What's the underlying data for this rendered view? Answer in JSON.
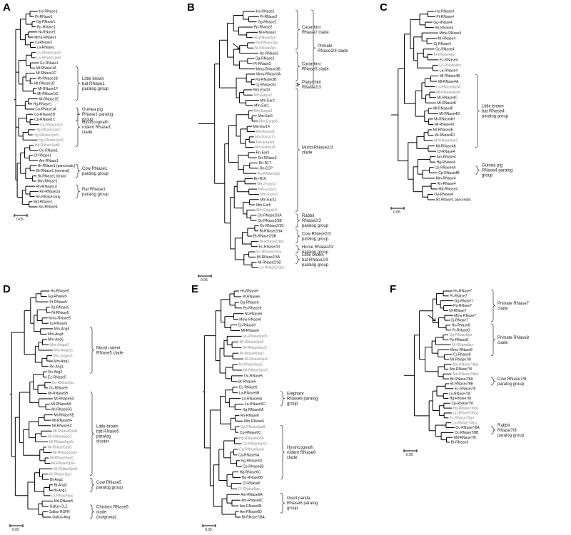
{
  "panels": [
    {
      "label": "A",
      "scale": "0.05",
      "leaves": [
        [
          "Hs-RNase1",
          0
        ],
        [
          "Pt-RNase1",
          0
        ],
        [
          "Gg-RNase1",
          0
        ],
        [
          "Pp-RNase1",
          0
        ],
        [
          "Nl-RNase1",
          0
        ],
        [
          "Mmu-RNase1",
          0
        ],
        [
          "Cj-RNase1",
          0
        ],
        [
          "La-RNase1",
          0
        ],
        [
          "La-RNase1psA",
          1
        ],
        [
          "La-RNase1psB",
          1
        ],
        [
          "Ec-RNase1",
          0
        ],
        [
          "Ml-RNase1A",
          0
        ],
        [
          "Ml-RNase1C",
          0
        ],
        [
          "Ml-RNase1B",
          0
        ],
        [
          "Ml-RNase1D",
          0
        ],
        [
          "Ml-RNase1F",
          0
        ],
        [
          "Ml-RNase1G",
          0
        ],
        [
          "Ml-RNase1E",
          0
        ],
        [
          "Hg-RNase1",
          0
        ],
        [
          "Cp-RNase1A",
          0
        ],
        [
          "Cp-RNase1B",
          0
        ],
        [
          "Cp-RNase1C",
          0
        ],
        [
          "Cp-RNase1ps",
          1
        ],
        [
          "Hg-RNase1psC",
          1
        ],
        [
          "Hg-RNase1psD",
          1
        ],
        [
          "Hg-RNase1psA",
          1
        ],
        [
          "Hg-RNase1psB",
          1
        ],
        [
          "Oc-RNase1",
          0
        ],
        [
          "Cf-RNase1",
          0
        ],
        [
          "Am-RNase1",
          0
        ],
        [
          "Bt-RNase1 (pancreatic)",
          0
        ],
        [
          "Bt-RNase1 (seminal)",
          0
        ],
        [
          "Bt-RNase1 (brain)",
          0
        ],
        [
          "Mm-RNase1",
          0
        ],
        [
          "Rn-RNase1d",
          0
        ],
        [
          "Rn-RNase1a",
          0
        ],
        [
          "Rn-RNase1ang",
          0
        ],
        [
          "Md-RNase1",
          0
        ],
        [
          "Ma-RNase4",
          0
        ]
      ],
      "clades": [
        "Little brown bat RNase1 paralog group",
        "Guinea pig RNase1 paralog group",
        "Hystricognath rodent RNase1 clade",
        "Cow RNase1 paralog group",
        "Rat RNase1 paralog group"
      ]
    },
    {
      "label": "B",
      "scale": "0.05",
      "leaves": [
        [
          "Hs-RNase2",
          0
        ],
        [
          "Pt-RNase2",
          0
        ],
        [
          "Gg-RNase2",
          0
        ],
        [
          "Pp-RNase2",
          0
        ],
        [
          "Nl-RNase2",
          0
        ],
        [
          "Hs-RNase2ps",
          1
        ],
        [
          "Pp-RNase2ps",
          1
        ],
        [
          "Nl-RNase2ps",
          1
        ],
        [
          "Hs-RNase3",
          0
        ],
        [
          "Gg-RNase3",
          0
        ],
        [
          "Pt-RNase3",
          0
        ],
        [
          "Mmu-RNase3B",
          0
        ],
        [
          "Mmu-RNase3A",
          0
        ],
        [
          "Pp-RNase3B",
          0
        ],
        [
          "Cj-RNase2/3",
          0
        ],
        [
          "Mm-Ear10",
          0
        ],
        [
          "Mm-Earps2",
          1
        ],
        [
          "Mm-Ear2",
          0
        ],
        [
          "Mm-Ear1",
          0
        ],
        [
          "Mm-Earps5",
          1
        ],
        [
          "Mm-Ear6",
          0
        ],
        [
          "Mm-Earps6",
          1
        ],
        [
          "Mm-Ear14",
          0
        ],
        [
          "Mm-Earps8",
          1
        ],
        [
          "Mm-Earps11",
          1
        ],
        [
          "Mm-Earps9",
          1
        ],
        [
          "Mm-Earps14",
          1
        ],
        [
          "Rn-Ear3",
          0
        ],
        [
          "Rn-RNase2",
          0
        ],
        [
          "Rn-R17",
          0
        ],
        [
          "Rn-ECP",
          0
        ],
        [
          "Rn-RNase2ps",
          1
        ],
        [
          "Rn-R16",
          0
        ],
        [
          "Mm-Earps4",
          1
        ],
        [
          "Mm-Earps3",
          1
        ],
        [
          "Mm-Earps7",
          1
        ],
        [
          "Mm-Ear11",
          0
        ],
        [
          "Mm-Ear5",
          0
        ],
        [
          "Mm-Earps10",
          1
        ],
        [
          "Oc-RNase2/3A",
          0
        ],
        [
          "Oc-RNase2/3B",
          0
        ],
        [
          "Oc-RNase2/3C",
          0
        ],
        [
          "Bt-RNase2/3A",
          0
        ],
        [
          "Bt-RNase2/3B",
          0
        ],
        [
          "Bt-RNase2/3ps",
          1
        ],
        [
          "Ec-RNase2/3",
          0
        ],
        [
          "Ec-RNase2/3ps",
          1
        ],
        [
          "Ml-RNase2/3A",
          0
        ],
        [
          "Ml-RNase2/3B",
          0
        ],
        [
          "La-RNase2/3ps",
          1
        ]
      ],
      "clades": [
        "Catarrhini RNase2 clade",
        "Primate RNase2/3 clade",
        "Catarrhini RNase3 clade",
        "Platyrrhini RNase2/3",
        "Murid RNase2/3 clade",
        "Rabbit RNase2/3 paralog group",
        "Cow RNase2/3 paralog group",
        "Horse RNase2/3 paralog group",
        "Little brown bat RNase2/3 paralog group"
      ]
    },
    {
      "label": "C",
      "scale": "0.05",
      "leaves": [
        [
          "Hs-RNase4",
          0
        ],
        [
          "Pt-RNase4",
          0
        ],
        [
          "Gg-RNase4",
          0
        ],
        [
          "Pp-RNase4",
          0
        ],
        [
          "Mmu-RNase4",
          0
        ],
        [
          "Nl-RNase4",
          0
        ],
        [
          "Cj-RNase4",
          0
        ],
        [
          "Oc-RNase4",
          0
        ],
        [
          "Bt-RNase4ps",
          1
        ],
        [
          "Ec-RNase4",
          0
        ],
        [
          "Ec-RNase4ps",
          1
        ],
        [
          "La-RNase4",
          0
        ],
        [
          "Ml-RNase4B",
          0
        ],
        [
          "Ml-RNase4A",
          0
        ],
        [
          "La-RNase4psA",
          1
        ],
        [
          "Ml-RNase4psB",
          1
        ],
        [
          "Ml-RNase4C",
          0
        ],
        [
          "Ml-RNase4I",
          0
        ],
        [
          "Ml-RNase4F",
          0
        ],
        [
          "Ml-RNase4G",
          0
        ],
        [
          "Ml-RNase4H",
          0
        ],
        [
          "Ml-RNase4J",
          0
        ],
        [
          "Ml-RNase4E",
          0
        ],
        [
          "Ml-RNase4D",
          0
        ],
        [
          "Ml-RNase4psC",
          1
        ],
        [
          "Ml-RNase4K",
          0
        ],
        [
          "Cf-RNase4",
          0
        ],
        [
          "Am-RNase4",
          0
        ],
        [
          "Hg-RNase4",
          0
        ],
        [
          "Cp-RNase4A",
          0
        ],
        [
          "Cp-RNase4B",
          0
        ],
        [
          "Mm-RNase4",
          0
        ],
        [
          "Rn-RNase4",
          0
        ],
        [
          "Md-RNase4",
          0
        ],
        [
          "Oa-RNase4",
          0
        ],
        [
          "Bt-RNase1 pancreatic",
          0
        ]
      ],
      "clades": [
        "Little brown bat RNase4 paralog group",
        "Guinea pig RNase4 paralog group"
      ]
    },
    {
      "label": "D",
      "scale": "0.05",
      "leaves": [
        [
          "Hs-RNase5",
          0
        ],
        [
          "Gg-RNase5",
          0
        ],
        [
          "Pt-RNase5",
          0
        ],
        [
          "Pp-RNase5",
          0
        ],
        [
          "Nl-RNase5",
          0
        ],
        [
          "Mmu-RNase5",
          0
        ],
        [
          "Cj-RNase5",
          0
        ],
        [
          "Mm-Ang6",
          0
        ],
        [
          "Mm-Ang4",
          0
        ],
        [
          "Mm-Ang5",
          0
        ],
        [
          "Mm-Angps2",
          1
        ],
        [
          "Mm-Angps1",
          1
        ],
        [
          "Mm-Angps3",
          1
        ],
        [
          "Mm-Ang1",
          0
        ],
        [
          "Rn-Ang1",
          0
        ],
        [
          "Rn-Ang2",
          0
        ],
        [
          "Ec-RNase5",
          0
        ],
        [
          "Ec-RNase5ps",
          1
        ],
        [
          "Oc-RNase5",
          0
        ],
        [
          "Ml-RNase5B",
          0
        ],
        [
          "Ml-RNase5D",
          0
        ],
        [
          "Ml-RNase5A",
          0
        ],
        [
          "Ml-RNase5G",
          0
        ],
        [
          "Ml-RNase5E",
          0
        ],
        [
          "Ml-RNase5F",
          0
        ],
        [
          "Ml-RNase5C",
          0
        ],
        [
          "Ml-RNase5psB",
          1
        ],
        [
          "Ml-RNase5psC",
          1
        ],
        [
          "Ml-RNase5psA",
          1
        ],
        [
          "Ml-RNase5psG",
          1
        ],
        [
          "Ml-RNase5psD",
          1
        ],
        [
          "Ml-RNase5psC",
          1
        ],
        [
          "Ml-RNase5psF",
          1
        ],
        [
          "Ml-RNase5psH",
          1
        ],
        [
          "Ml-RNase5psI",
          1
        ],
        [
          "Bt-Ang1",
          0
        ],
        [
          "Bt-Ang3",
          0
        ],
        [
          "Bt-Ang2",
          0
        ],
        [
          "La-RNase5ps",
          1
        ],
        [
          "Md-RNase5",
          0
        ],
        [
          "Gallus-CL2",
          0
        ],
        [
          "Gallus-RSFR",
          0
        ],
        [
          "Gallus-Ang",
          0
        ]
      ],
      "clades": [
        "Murid rodent RNase5 clade",
        "Little brown bat RNase5 paralog cluster",
        "Cow RNase5 paralog group",
        "Chicken RNase5 clade (outgroup)"
      ]
    },
    {
      "label": "E",
      "scale": "0.05",
      "leaves": [
        [
          "Hs-RNase6",
          0
        ],
        [
          "Pt-RNase6",
          0
        ],
        [
          "Gg-RNase6",
          0
        ],
        [
          "Pp-RNase6",
          0
        ],
        [
          "Nl-RNase6",
          0
        ],
        [
          "Mmu-RNase6",
          0
        ],
        [
          "Cj-RNase6",
          0
        ],
        [
          "Ml-RNase6",
          0
        ],
        [
          "Ml-RNase6psB",
          1
        ],
        [
          "Ml-RNase6psA",
          1
        ],
        [
          "Ml-RNase6psC",
          1
        ],
        [
          "Ml-RNase6psD",
          1
        ],
        [
          "Ml-RNase6psF",
          1
        ],
        [
          "Ml-RNase6psE",
          1
        ],
        [
          "Ml-RNase6psG",
          1
        ],
        [
          "Oc-RNase6",
          0
        ],
        [
          "Bt-RNase6",
          0
        ],
        [
          "Ec-RNase6",
          0
        ],
        [
          "La-RNase6B",
          0
        ],
        [
          "La-RNase6A",
          0
        ],
        [
          "La-RNase6C",
          0
        ],
        [
          "Hg-RNase6A",
          0
        ],
        [
          "Rn-RNase6",
          0
        ],
        [
          "Mm-RNase6",
          0
        ],
        [
          "Cp-RNase6psB",
          1
        ],
        [
          "Cp-RNase6C",
          0
        ],
        [
          "Hg-RNase6psB",
          1
        ],
        [
          "Cp-RNase6psC",
          1
        ],
        [
          "Cp-RNase6psA",
          1
        ],
        [
          "Cp-RNase6A",
          0
        ],
        [
          "Hg-RNase6D",
          0
        ],
        [
          "Cp-RNase6B",
          0
        ],
        [
          "Hg-RNase6C",
          0
        ],
        [
          "Hg-RNase6B",
          0
        ],
        [
          "Cf-RNase6",
          0
        ],
        [
          "Cf-RNase6ps",
          1
        ],
        [
          "Am-RNase6A",
          0
        ],
        [
          "Am-RNase6C",
          0
        ],
        [
          "Am-RNase6B",
          0
        ],
        [
          "Am-RNase6D",
          0
        ],
        [
          "Bt-RNase7/8A",
          0
        ]
      ],
      "clades": [
        "Elephant RNase6 paralog group",
        "Hystricognath rodent RNase6 clade",
        "Giant panda RNase6 paralog group"
      ]
    },
    {
      "label": "F",
      "scale": "0.05",
      "leaves": [
        [
          "Hs-RNase7",
          0
        ],
        [
          "Pt-RNase7",
          0
        ],
        [
          "Gg-RNase7",
          0
        ],
        [
          "Pp-RNase7",
          0
        ],
        [
          "Nl-RNase7",
          0
        ],
        [
          "Mmu-RNase7",
          0
        ],
        [
          "Cj-RNase7",
          0
        ],
        [
          "Hs-RNase8",
          0
        ],
        [
          "Pt-RNase8",
          0
        ],
        [
          "Gg-RNase8ps",
          1
        ],
        [
          "Pp-RNase8",
          0
        ],
        [
          "Nl-RNase8ps",
          1
        ],
        [
          "Mmu-RNase8",
          0
        ],
        [
          "Cj-RNase8",
          0
        ],
        [
          "Ml-RNase7/8",
          0
        ],
        [
          "Am-RNase7/8ps",
          1
        ],
        [
          "Am-RNase7/8",
          0
        ],
        [
          "Am-RNase7/8ps",
          1
        ],
        [
          "Bt-RNase7/8A",
          0
        ],
        [
          "Bt-RNase7/8B",
          0
        ],
        [
          "Ec-RNase7/8",
          0
        ],
        [
          "La-RNase7/8",
          0
        ],
        [
          "Hg-RNase7/8",
          0
        ],
        [
          "Cp-RNase7/8",
          0
        ],
        [
          "Hg-RNase7/8ps",
          1
        ],
        [
          "Cp-RNase7/8ps",
          1
        ],
        [
          "Ec-RNase7/8ps",
          1
        ],
        [
          "La-RNase7/8ps",
          1
        ],
        [
          "Oc-RNase7/8A",
          0
        ],
        [
          "Oc-RNase7/8B",
          0
        ],
        [
          "Md-RNase7/8",
          0
        ],
        [
          "Bt-RNase6",
          0
        ]
      ],
      "clades": [
        "Primate RNase7 clade",
        "Primate RNase8 clade",
        "Cow RNase7/8 paralog group",
        "Rabbit RNase7/8 paralog group"
      ]
    }
  ]
}
